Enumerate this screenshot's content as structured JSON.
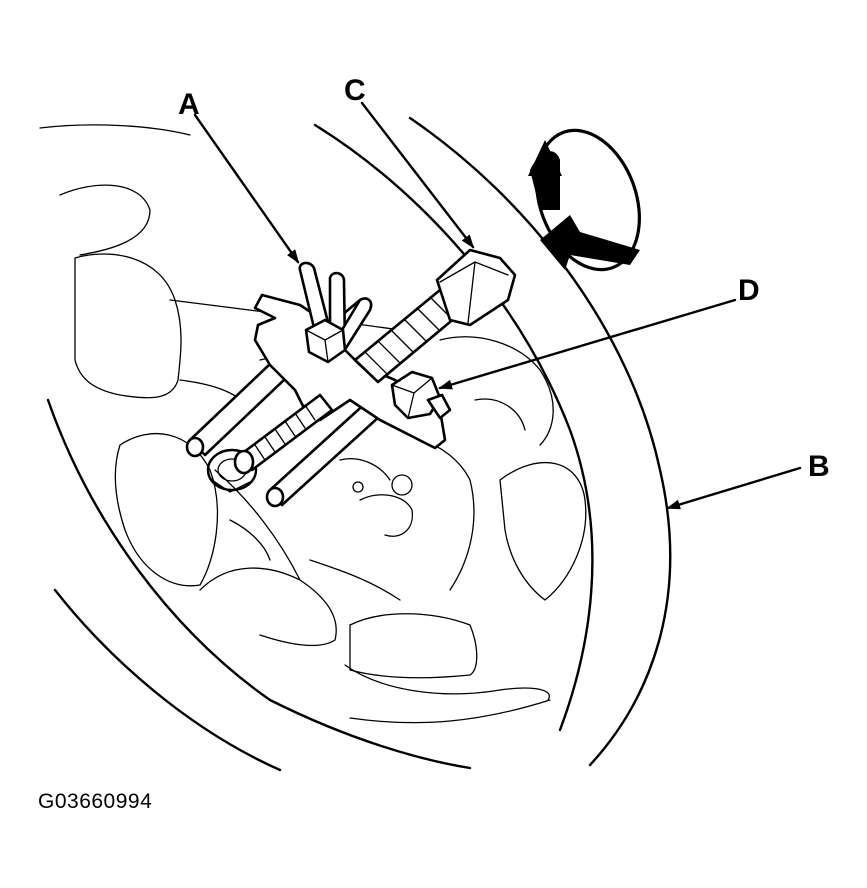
{
  "figure_id": "G03660994",
  "callouts": {
    "a": "A",
    "b": "B",
    "c": "C",
    "d": "D"
  },
  "colors": {
    "ink": "#000000",
    "paper": "#ffffff"
  }
}
